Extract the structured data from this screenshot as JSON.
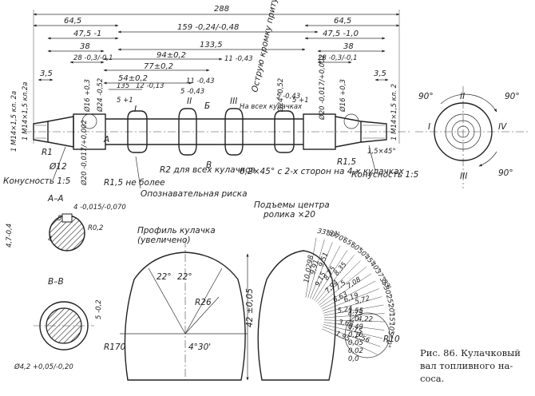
{
  "shaft": {
    "overall_length": "288",
    "left_dims": [
      "64,5",
      "47,5 -1",
      "38",
      "28 -0,3/-0,1",
      "3,5",
      "135",
      "12 -0,13",
      "5 +1",
      "54±0,2",
      "77±0,2",
      "94±0,2"
    ],
    "center_dims": [
      "133,5",
      "159 -0,24/-0,48",
      "11 -0,43",
      "11 -0,43",
      "5 -0,43",
      "5 -0,43"
    ],
    "right_dims": [
      "64,5",
      "47,5 -1,0",
      "38",
      "28 -0,3/-0,1",
      "3,5",
      "5 +1"
    ],
    "diameters": [
      "Ø16 +0,3",
      "Ø24 -0,52",
      "Ø20 -0,017/+0,002",
      "Ø24 -0,52",
      "Ø16 +0,3",
      "Ø12"
    ],
    "threads": [
      "1 M14×1,5 кл. 2а",
      "1 M14×1,5 кл.2а",
      "1 M14×1,5 кл. 2",
      "1,5×45°"
    ],
    "notes": {
      "cone_left": "Конусность 1:5",
      "cone_right": "Конусность 1:5",
      "fillet": "R1,5 не более",
      "reference_mark": "Опознавательная риска",
      "cam_radius": "R2 для всех кулачков",
      "chamfer": "0,2×45° с 2-х сторон на 4-х кулачках",
      "sharpen": "Острую кромку притупить",
      "all_cams": "На всех кулачках",
      "r1": "R1",
      "r15": "R1,5",
      "phi12": "Ø12",
      "section_A": "А",
      "section_B": "Б",
      "section_B2": "В",
      "roman_I": "I",
      "roman_II": "II",
      "roman_III": "III",
      "roman_IV": "IV",
      "roman_I_right": "I"
    }
  },
  "section_aa": {
    "title": "А–А",
    "dims": [
      "4 -0,015/-0,070",
      "R0,2",
      "5",
      "4",
      "4,7-0,4"
    ]
  },
  "section_bb": {
    "title": "В–В",
    "dims": [
      "5 -0,2",
      "Ø4,2 +0,05/-0,20"
    ]
  },
  "profile": {
    "title": "Профиль кулачка",
    "subtitle": "(увеличено)",
    "angles": [
      "22°",
      "22°",
      "4°30'"
    ],
    "radii": [
      "R26",
      "R170"
    ],
    "height": "42 ±0,05"
  },
  "lifts": {
    "title": "Подъемы центра",
    "subtitle": "ролика ×20",
    "angles": [
      "33°31'",
      "80°",
      "70°",
      "65°",
      "60°",
      "50°",
      "45°",
      "40°",
      "37°53'",
      "35°",
      "30°",
      "25°",
      "20°",
      "15°",
      "10°",
      "5°",
      "0°"
    ],
    "values": [
      "10,0298",
      "9,91",
      "9,51",
      "9,15",
      "8,75",
      "8,35",
      "7,94",
      "7,5",
      "7,08",
      "6,63",
      "6,19",
      "5,72",
      "5,24",
      "4,75",
      "4,22",
      "3,68",
      "3,15",
      "2,56",
      "1,95"
    ],
    "more_values": [
      "1,55",
      "1,0",
      "0,49",
      "0,16",
      "0,05",
      "0,02",
      "0,0"
    ],
    "endpoint": "R10"
  },
  "end_view": {
    "angles": [
      "90°",
      "90°",
      "90°"
    ],
    "numerals": [
      "I",
      "II",
      "III",
      "IV"
    ]
  },
  "caption": {
    "line1": "Рис. 86. Кулачковый",
    "line2": "вал топливного на-",
    "line3": "соса."
  }
}
